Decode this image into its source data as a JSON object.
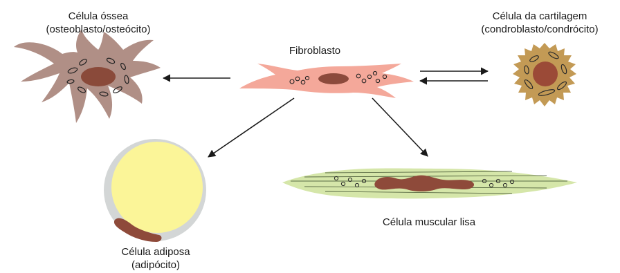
{
  "labels": {
    "bone": {
      "line1": "Célula óssea",
      "line2": "(osteoblasto/osteócito)"
    },
    "fibro": {
      "line1": "Fibroblasto"
    },
    "cartilage": {
      "line1": "Célula da cartilagem",
      "line2": "(condroblasto/condrócito)"
    },
    "fat": {
      "line1": "Célula adiposa",
      "line2": "(adipócito)"
    },
    "muscle": {
      "line1": "Célula muscular lisa"
    }
  },
  "colors": {
    "bone_cell": "#b08f86",
    "bone_nucleus": "#8a4a3a",
    "fibroblast": "#f4a89a",
    "fibro_nucleus": "#8c4a3c",
    "cartilage_cell": "#c39a55",
    "cartilage_nucleus": "#9b4a37",
    "fat_droplet": "#fbf598",
    "fat_membrane": "#d3d6d6",
    "fat_nucleus": "#8e4a3a",
    "muscle_cell": "#d5e6a9",
    "muscle_nucleus": "#8e4a3a",
    "arrow": "#1a1a1a"
  }
}
